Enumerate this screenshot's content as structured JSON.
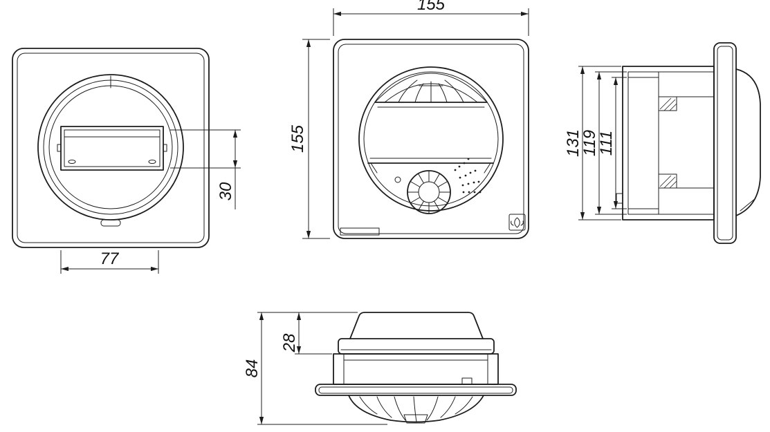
{
  "page": {
    "background": "#ffffff",
    "line_color": "#1c1c1c"
  },
  "dimensions": {
    "front_width": "155",
    "front_height": "155",
    "rear_opening_width": "77",
    "rear_opening_height": "30",
    "side_depth_outer": "131",
    "side_depth_mid": "119",
    "side_depth_inner": "111",
    "profile_total_height": "84",
    "profile_dome_height": "28"
  }
}
